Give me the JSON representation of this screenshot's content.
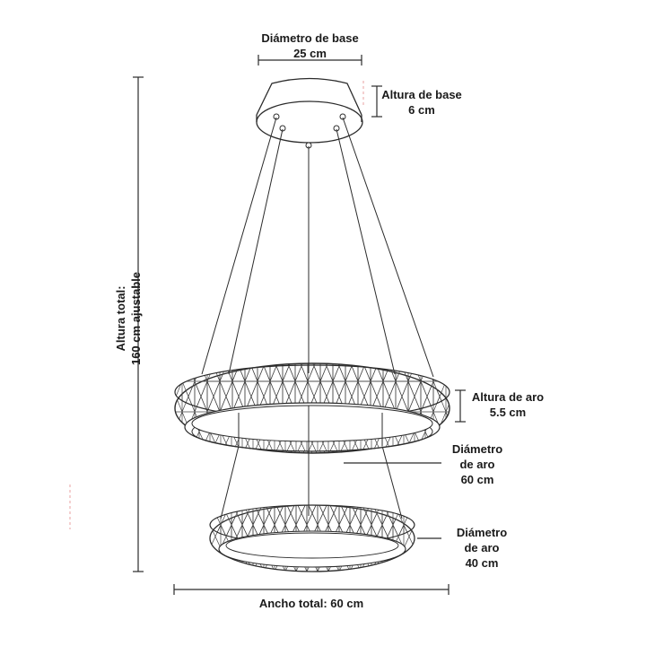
{
  "dimensions": {
    "base_diameter": {
      "label": "Diámetro de base",
      "value": "25 cm"
    },
    "base_height": {
      "label": "Altura de base",
      "value": "6 cm"
    },
    "total_height": {
      "label": "Altura total:",
      "value": "160 cm ajustable"
    },
    "ring_height": {
      "label": "Altura de aro",
      "value": "5.5 cm"
    },
    "ring_large_diameter": {
      "label_line1": "Diámetro",
      "label_line2": "de aro",
      "value": "60 cm"
    },
    "ring_small_diameter": {
      "label_line1": "Diámetro",
      "label_line2": "de aro",
      "value": "40 cm"
    },
    "total_width": {
      "label": "Ancho total: 60 cm"
    }
  },
  "colors": {
    "line": "#2b2b2b",
    "text": "#1a1a1a",
    "accent_dash": "#e8a0a0"
  }
}
